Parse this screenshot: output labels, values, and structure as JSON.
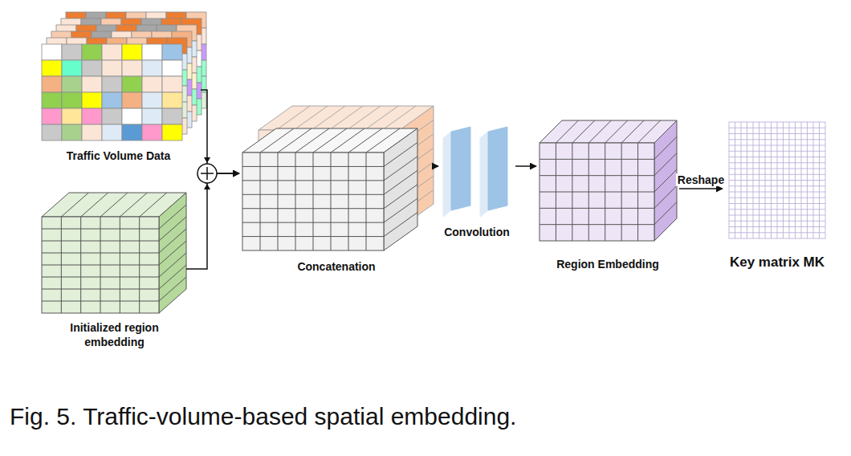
{
  "diagram": {
    "caption": "Fig. 5. Traffic-volume-based spatial embedding.",
    "nodes": [
      {
        "text": [
          "Traffic Volume Data"
        ]
      },
      {
        "text": [
          "Initialized region embedding"
        ]
      },
      {
        "text": [
          "Concatenation"
        ]
      },
      {
        "text": [
          "Convolution"
        ]
      },
      {
        "text": [
          "Region Embedding"
        ]
      },
      {
        "text": [
          "Key matrix MK"
        ]
      }
    ],
    "edges": [
      {
        "from": 0,
        "to": 2,
        "arrow": "to"
      },
      {
        "from": 1,
        "to": 2,
        "arrow": "to"
      },
      {
        "from": 2,
        "to": 3,
        "arrow": "to"
      },
      {
        "from": 3,
        "to": 4,
        "arrow": "to"
      },
      {
        "from": 4,
        "to": 5,
        "label": "Reshape",
        "arrow": "to"
      }
    ]
  }
}
